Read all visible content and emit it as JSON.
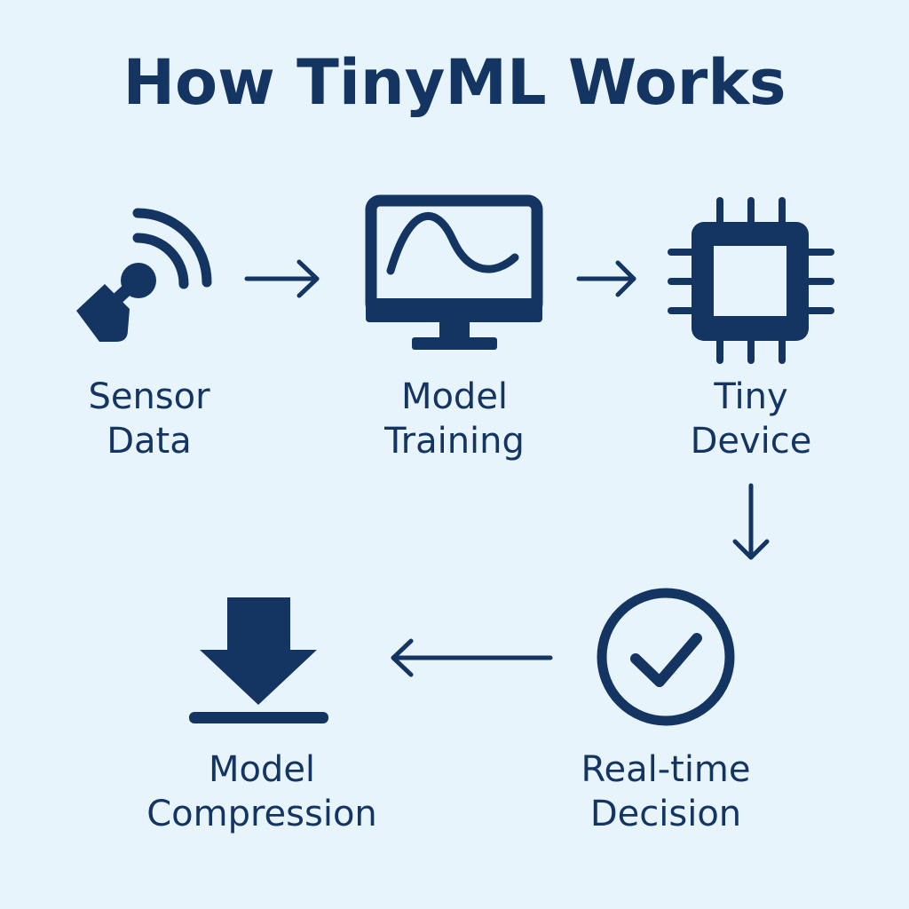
{
  "title": "How TinyML Works",
  "colors": {
    "background": "#e8f4fc",
    "primary": "#143462"
  },
  "steps": [
    {
      "icon": "sensor-signal-icon",
      "label_line1": "Sensor",
      "label_line2": "Data"
    },
    {
      "icon": "monitor-waveform-icon",
      "label_line1": "Model",
      "label_line2": "Training"
    },
    {
      "icon": "microchip-icon",
      "label_line1": "Tiny",
      "label_line2": "Device"
    },
    {
      "icon": "check-circle-icon",
      "label_line1": "Real-time",
      "label_line2": "Decision"
    },
    {
      "icon": "download-arrow-icon",
      "label_line1": "Model",
      "label_line2": "Compression"
    }
  ]
}
